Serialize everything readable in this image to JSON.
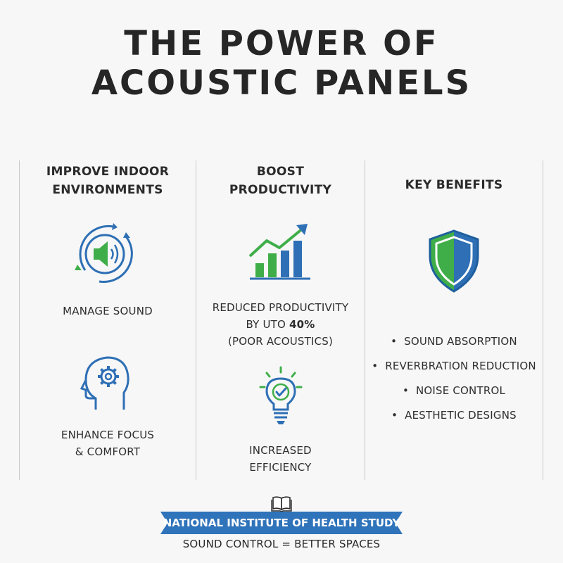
{
  "title": {
    "line1": "THE POWER OF",
    "line2": "ACOUSTIC PANELS"
  },
  "columns": {
    "indoor": {
      "heading_line1": "IMPROVE INDOOR",
      "heading_line2": "ENVIRONMENTS",
      "item1_label": "MANAGE SOUND",
      "item2_line1": "ENHANCE FOCUS",
      "item2_line2": "& COMFORT",
      "icon1": "speaker-cycle-icon",
      "icon2": "head-gear-icon"
    },
    "productivity": {
      "heading_line1": "BOOST",
      "heading_line2": "PRODUCTIVITY",
      "stat_line1": "REDUCED PRODUCTIVITY",
      "stat_line2_prefix": "BY UTO ",
      "stat_line2_value": "40%",
      "stat_line3": "(POOR ACOUSTICS)",
      "item2_line1": "INCREASED",
      "item2_line2": "EFFICIENCY",
      "icon1": "bar-chart-growth-icon",
      "icon2": "lightbulb-check-icon"
    },
    "benefits": {
      "heading": "KEY BENEFITS",
      "icon": "shield-icon",
      "bullets": [
        "SOUND ABSORPTION",
        "REVERBRATION REDUCTION",
        "NOISE CONTROL",
        "AESTHETIC DESIGNS"
      ]
    }
  },
  "footer": {
    "banner_label": "NATIONAL INSTITUTE OF HEALTH STUDY",
    "banner_icon": "open-book-icon",
    "tagline": "SOUND CONTROL = BETTER SPACES"
  },
  "colors": {
    "blue": "#2e6fb5",
    "green": "#3fae49",
    "banner_blue": "#2f73ba",
    "text": "#2b2b2b"
  }
}
